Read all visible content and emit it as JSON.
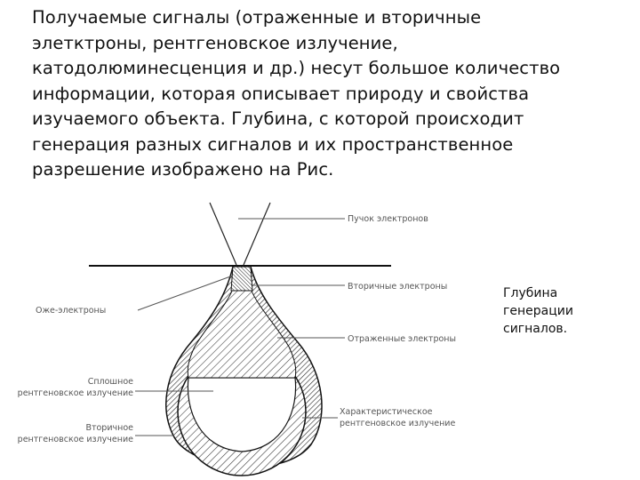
{
  "slide": {
    "paragraph": "Получаемые сигналы (отраженные и вторичные\nэлетктроны, рентгеновское излучение,\nкатодолюминесценция и др.) несут большое количество\nинформации, которая описывает природу и свойства\nизучаемого объекта. Глубина, с которой происходит\nгенерация разных сигналов и их пространственное\nразрешение изображено на Рис.",
    "side_caption": "Глубина\nгенерации\nсигналов."
  },
  "diagram": {
    "labels": {
      "beam": "Пучок электронов",
      "secondary_electrons": "Вторичные электроны",
      "auger_electrons": "Оже-электроны",
      "reflected_electrons": "Отраженные электроны",
      "continuous_xray_line1": "Сплошное",
      "continuous_xray_line2": "рентгеновское излучение",
      "characteristic_xray_line1": "Характеристическое",
      "characteristic_xray_line2": "рентгеновское излучение",
      "secondary_xray_line1": "Вторичное",
      "secondary_xray_line2": "рентгеновское излучение"
    }
  }
}
